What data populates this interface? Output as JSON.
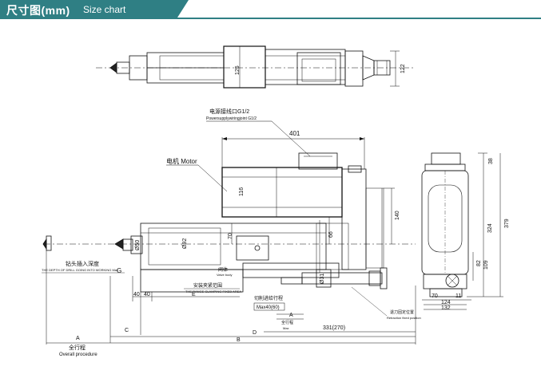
{
  "header": {
    "title": "尺寸图(mm)",
    "subtitle": "Size chart"
  },
  "top_view": {
    "dim_125": "125",
    "dim_122": "122"
  },
  "callouts": {
    "power_cn": "电源接线口G1/2",
    "power_en": "Powersupplywiringjoint G1/2",
    "motor": "电机 Motor",
    "drill_cn": "钻头插入深度",
    "drill_en": "THE DEPTH OF DRILL GOING INTO WORKING Max",
    "shell_cn": "阀体",
    "shell_en": "Valve body",
    "clamp_cn": "安装夹紧范围",
    "clamp_en": "THE RANGE CLAMPING FIXED AREA",
    "cut_cn": "切削进给行程",
    "cut_en": "Max40(60)",
    "full_cn": "全行程",
    "full_en": "Max",
    "reset_cn": "退刀固定位置",
    "reset_en": "Retraction fixed position",
    "overall_cn": "全行程",
    "overall_en": "Overall procedure"
  },
  "side_view": {
    "dim_401": "401",
    "dim_116": "116",
    "dim_140": "140",
    "dim_66": "66",
    "dim_70": "70",
    "dim_92": "Ø92",
    "dim_50": "Ø50",
    "dim_31": "Ø31",
    "dim_40a": "40",
    "dim_40b": "40",
    "dim_331": "331(270)",
    "label_A_small": "A",
    "label_A": "A",
    "label_B": "B",
    "label_C": "C",
    "label_D": "D",
    "label_E": "E",
    "label_G": "G"
  },
  "end_view": {
    "dim_38": "38",
    "dim_379": "379",
    "dim_324": "324",
    "dim_109": "109",
    "dim_82": "82",
    "dim_70": "70",
    "dim_11": "11",
    "dim_124": "124",
    "dim_132": "132"
  }
}
